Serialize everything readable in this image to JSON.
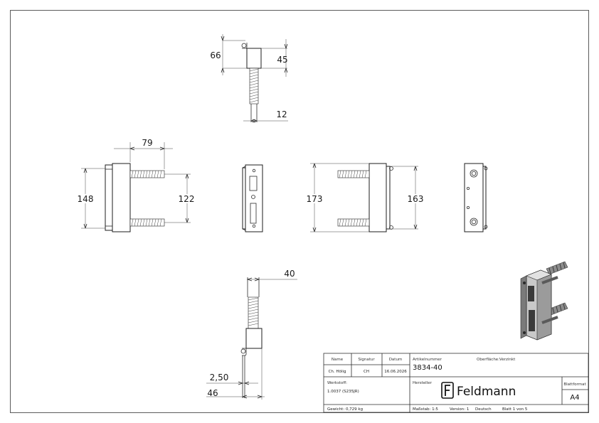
{
  "dimensions": {
    "top_height_66": "66",
    "top_height_45": "45",
    "top_width_12": "12",
    "front_depth_79": "79",
    "front_height_148": "148",
    "front_spacing_122": "122",
    "side_height_173": "173",
    "side_height_163": "163",
    "bottom_width_40": "40",
    "bottom_thickness_250": "2,50",
    "bottom_length_46": "46"
  },
  "title_block": {
    "name_label": "Name",
    "signatur_label": "Signatur",
    "datum_label": "Datum",
    "name_value": "Ch. Hölig",
    "signatur_value": "CH",
    "datum_value": "16.06.2026",
    "artikelnummer_label": "Artikelnummer",
    "artikelnummer_value": "3834-40",
    "oberflaeche_label": "Oberfläche:",
    "oberflaeche_value": "Verzinkt",
    "werkstoff_label": "Werkstoff:",
    "werkstoff_value": "1.0037 (S235JR)",
    "hersteller_label": "Hersteller",
    "brand_name": "Feldmann",
    "blattformat_label": "Blattformat",
    "blattformat_value": "A4",
    "gewicht": "Gewicht: 0,729 kg",
    "massstab": "Maßstab: 1:5",
    "version": "Version: 1",
    "sprache": "Deutsch",
    "blatt": "Blatt 1 von 5"
  },
  "colors": {
    "line": "#1e1e1e",
    "frame": "#333333",
    "render_dark": "#3a3a3a",
    "render_mid": "#8c8c8c",
    "render_light": "#c9c9c9"
  }
}
